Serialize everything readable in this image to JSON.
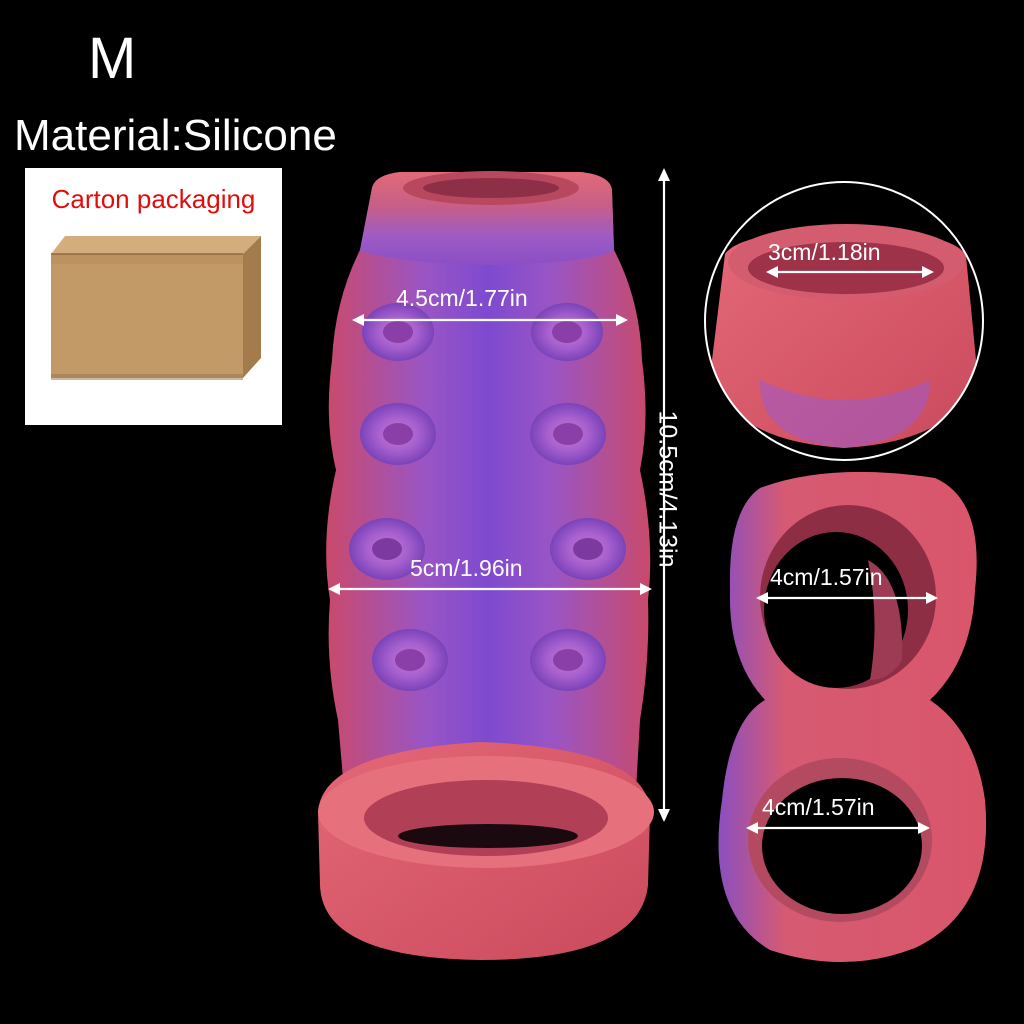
{
  "header": {
    "size": "M",
    "material": "Material:Silicone"
  },
  "packaging": {
    "title": "Carton packaging",
    "icon": "cardboard-box-icon"
  },
  "dimensions": {
    "top_width": "4.5cm/1.77in",
    "middle_width": "5cm/1.96in",
    "height": "10.5cm/4.13in",
    "opening": "3cm/1.18in",
    "ring_upper": "4cm/1.57in",
    "ring_lower": "4cm/1.57in"
  },
  "colors": {
    "background": "#000000",
    "text": "#ffffff",
    "packaging_title": "#e10d0d",
    "silicone_pink": "#d9566a",
    "silicone_purple": "#8a4fc0",
    "cardboard": "#c29a68"
  }
}
